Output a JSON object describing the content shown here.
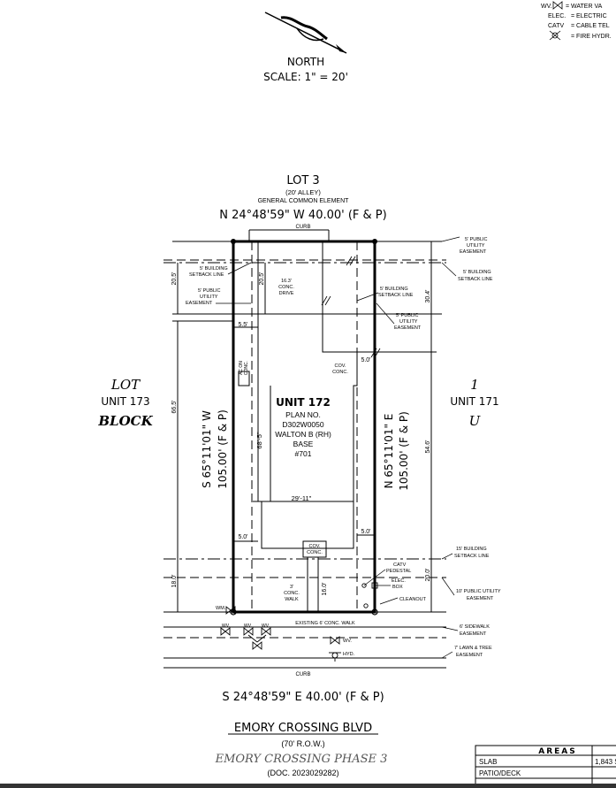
{
  "legend": {
    "rows": [
      {
        "code": "WV.",
        "text": "= WATER VA"
      },
      {
        "code": "ELEC.",
        "text": "= ELECTRIC"
      },
      {
        "code": "CATV",
        "text": "= CABLE TEL"
      },
      {
        "code": "",
        "text": "= FIRE HYDR."
      }
    ]
  },
  "north": {
    "label": "NORTH",
    "scale": "SCALE: 1\" = 20'"
  },
  "top": {
    "lot": "LOT 3",
    "alley": "(20' ALLEY)",
    "common": "GENERAL COMMON ELEMENT",
    "bearing": "N 24°48'59\" W 40.00' (F & P)",
    "curb": "CURB"
  },
  "left_lot": {
    "lot": "LOT",
    "unit": "UNIT 173",
    "block": "BLOCK"
  },
  "right_lot": {
    "lot": "1",
    "unit": "UNIT 171",
    "block": "U"
  },
  "west_side": {
    "bearing": "S 65°11'01\" W",
    "dist": "105.00' (F & P)"
  },
  "east_side": {
    "bearing": "N 65°11'01\" E",
    "dist": "105.00' (F & P)"
  },
  "unit": {
    "name": "UNIT 172",
    "plan": "PLAN NO.",
    "plan_no": "D302W0050",
    "model": "WALTON B (RH)",
    "base": "BASE",
    "num": "#701",
    "depth": "68'-5\"",
    "width": "29'-11\""
  },
  "labels": {
    "bsl_left": [
      "5' BUILDING",
      "SETBACK LINE"
    ],
    "pue_left": [
      "5' PUBLIC",
      "UTILITY",
      "EASEMENT"
    ],
    "pue_right_top": [
      "5' PUBLIC",
      "UTILITY",
      "EASEMENT"
    ],
    "bsl_right_top": [
      "5' BUILDING",
      "SETBACK LINE"
    ],
    "bsl_inner": [
      "5' BUILDING",
      "SETBACK LINE"
    ],
    "pue_inner": [
      "5' PUBLIC",
      "UTILITY",
      "EASEMENT"
    ],
    "drive": [
      "16.3'",
      "CONC.",
      "DRIVE"
    ],
    "ac": [
      "AC ON",
      "CONC."
    ],
    "cov_top": [
      "COV.",
      "CONC."
    ],
    "cov_bottom": [
      "COV.",
      "CONC."
    ],
    "walk": [
      "3'",
      "CONC.",
      "WALK"
    ],
    "catv": [
      "CATV",
      "PEDESTAL"
    ],
    "elec": [
      "ELEC.",
      "BOX"
    ],
    "cleanout": "CLEANOUT",
    "wm": "WM.",
    "bsl_15": [
      "15' BUILDING",
      "SETBACK LINE"
    ],
    "pue_10": [
      "10' PUBLIC UTILITY",
      "EASEMENT"
    ],
    "sidewalk": [
      "6' SIDEWALK",
      "EASEMENT"
    ],
    "lawn": [
      "7' LAWN & TREE",
      "EASEMENT"
    ],
    "existing_walk": "EXISTING 6' CONC. WALK",
    "wv": "WV.",
    "hyd": "HYD.",
    "curb_bottom": "CURB"
  },
  "dims": {
    "d_20_5_left": "20.5'",
    "d_20_5_mid": "20.5'",
    "d_30_4": "30.4'",
    "d_5_5": "5.5'",
    "d_66_5": "66.5'",
    "d_54_6": "54.6'",
    "d_5_0_a": "5.0'",
    "d_5_0_b": "5.0'",
    "d_5_0_c": "5.0'",
    "d_18_0": "18.0'",
    "d_16_0": "16.0'",
    "d_20_0": "20.0'"
  },
  "bottom": {
    "bearing": "S 24°48'59\" E 40.00' (F & P)",
    "street": "EMORY CROSSING BLVD",
    "row": "(70' R.O.W.)",
    "subdivision": "EMORY CROSSING PHASE 3",
    "doc": "(DOC. 2023029282)"
  },
  "areas": {
    "title": "AREAS",
    "rows": [
      {
        "label": "SLAB",
        "value": "1,843 S"
      },
      {
        "label": "PATIO/DECK",
        "value": ""
      }
    ]
  }
}
